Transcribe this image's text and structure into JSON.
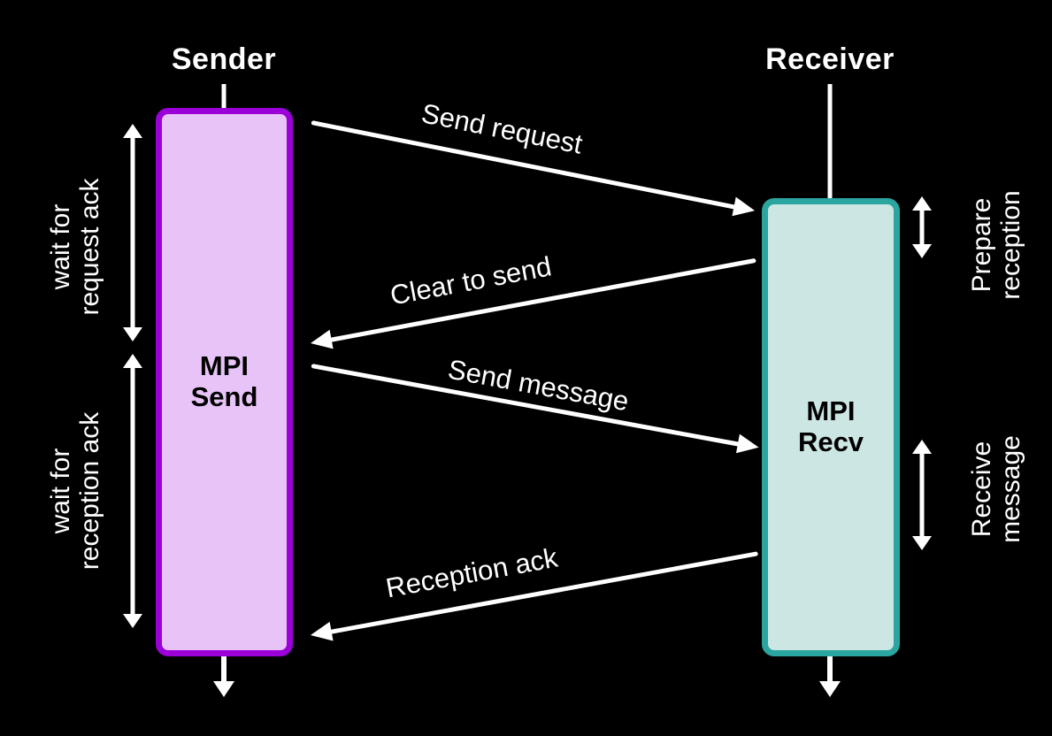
{
  "diagram": {
    "title_sender": "Sender",
    "title_receiver": "Receiver",
    "background_color": "#000000",
    "line_color": "#ffffff",
    "sender": {
      "label": "MPI\nSend",
      "border_color": "#9b00d9",
      "fill_color": "#e7c3f7",
      "text_color": "#000000"
    },
    "receiver": {
      "label": "MPI\nRecv",
      "border_color": "#2aa5a0",
      "fill_color": "#cce6e4",
      "text_color": "#000000"
    },
    "messages": [
      {
        "label": "Send request",
        "direction": "right"
      },
      {
        "label": "Clear to send",
        "direction": "left"
      },
      {
        "label": "Send message",
        "direction": "right"
      },
      {
        "label": "Reception ack",
        "direction": "left"
      }
    ],
    "left_annotations": [
      {
        "label": "wait for\nrequest ack"
      },
      {
        "label": "wait for\nreception ack"
      }
    ],
    "right_annotations": [
      {
        "label": "Prepare\nreception"
      },
      {
        "label": "Receive\nmessage"
      }
    ]
  }
}
